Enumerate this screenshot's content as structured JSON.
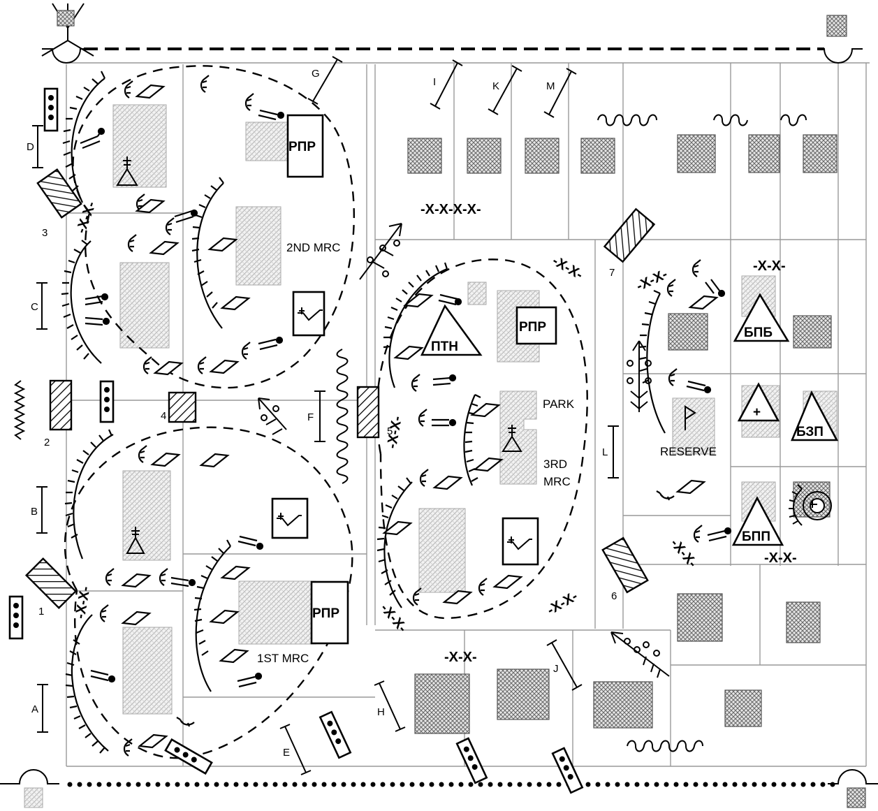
{
  "units": {
    "mrc_1": "1ST MRC",
    "mrc_2": "2ND MRC",
    "mrc_3_line1": "3RD",
    "mrc_3_line2": "MRC",
    "park": "PARK",
    "reserve": "RESERVE"
  },
  "symbols": {
    "rpr": "РПР",
    "ptn": "ПТН",
    "bpb": "БПБ",
    "bzp": "БЗП",
    "bpp": "БПП",
    "plus": "+"
  },
  "position_letters": [
    "A",
    "B",
    "C",
    "D",
    "E",
    "F",
    "G",
    "H",
    "I",
    "J",
    "K",
    "L",
    "M"
  ],
  "gate_numbers": [
    "1",
    "2",
    "3",
    "4",
    "5",
    "6",
    "7"
  ],
  "wire_mark": "-X-X-",
  "colors": {
    "ink": "#000000",
    "paper": "#ffffff",
    "street_line": "#999999",
    "building_hatch": "#aaaaaa"
  },
  "icons": [
    "obstacle-strip",
    "signal-light",
    "coil-wire",
    "observation-post",
    "flag",
    "tank-symbol"
  ]
}
